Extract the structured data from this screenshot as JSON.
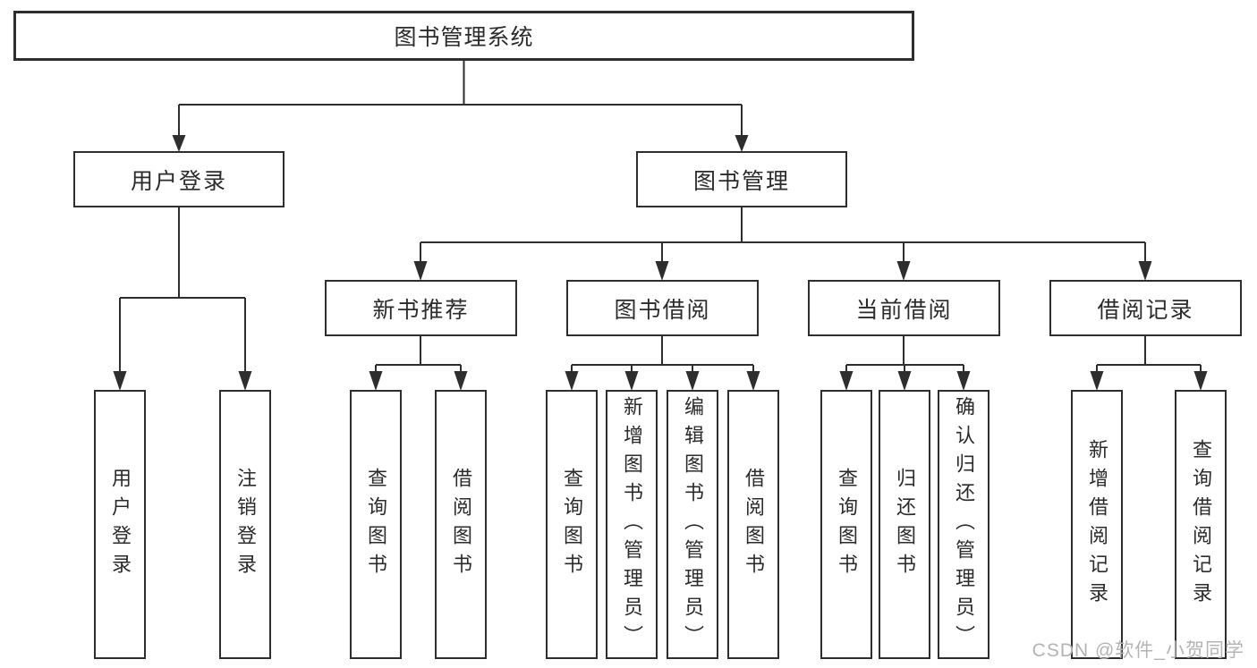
{
  "title": "图书管理系统",
  "tree": {
    "label": "图书管理系统",
    "children": [
      {
        "label": "用户登录",
        "children": [
          {
            "label": "用户登录"
          },
          {
            "label": "注销登录"
          }
        ]
      },
      {
        "label": "图书管理",
        "children": [
          {
            "label": "新书推荐",
            "children": [
              {
                "label": "查询图书"
              },
              {
                "label": "借阅图书"
              }
            ]
          },
          {
            "label": "图书借阅",
            "children": [
              {
                "label": "查询图书"
              },
              {
                "label": "新增图书（管理员）"
              },
              {
                "label": "编辑图书（管理员）"
              },
              {
                "label": "借阅图书"
              }
            ]
          },
          {
            "label": "当前借阅",
            "children": [
              {
                "label": "查询图书"
              },
              {
                "label": "归还图书"
              },
              {
                "label": "确认归还（管理员）"
              }
            ]
          },
          {
            "label": "借阅记录",
            "children": [
              {
                "label": "新增借阅记录"
              },
              {
                "label": "查询借阅记录"
              }
            ]
          }
        ]
      }
    ]
  },
  "watermark": {
    "text": "CSDN @软件_小贺同学"
  },
  "colors": {
    "line": "#2e2e2e",
    "box_border": "#2e2e2e",
    "text": "#2b2b2b",
    "watermark": "#b4b4b4",
    "background": "#ffffff"
  }
}
